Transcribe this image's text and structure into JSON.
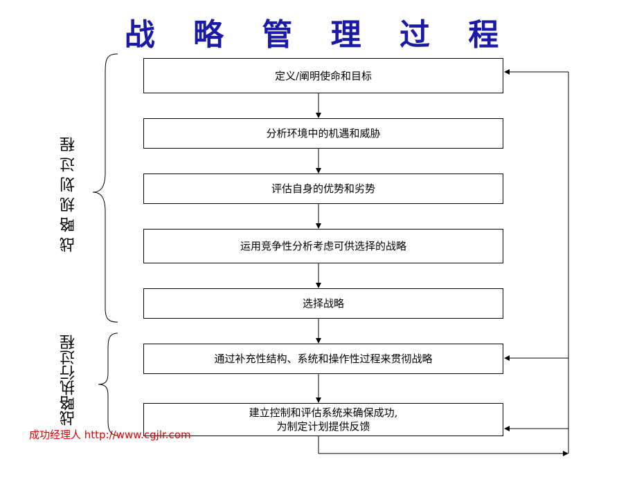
{
  "title": "战 略 管 理 过 程",
  "steps": [
    "定义/阐明使命和目标",
    "分析环境中的机遇和威胁",
    "评估自身的优势和劣势",
    "运用竞争性分析考虑可供选择的战略",
    "选择战略",
    "通过补充性结构、系统和操作性过程来贯彻战略",
    "建立控制和评估系统来确保成功,",
    "为制定计划提供反馈"
  ],
  "phases": {
    "planning": "战 略 规 划 过 程",
    "execution": "战略执行过程"
  },
  "footer": "成功经理人 http://www.cgjlr.com"
}
